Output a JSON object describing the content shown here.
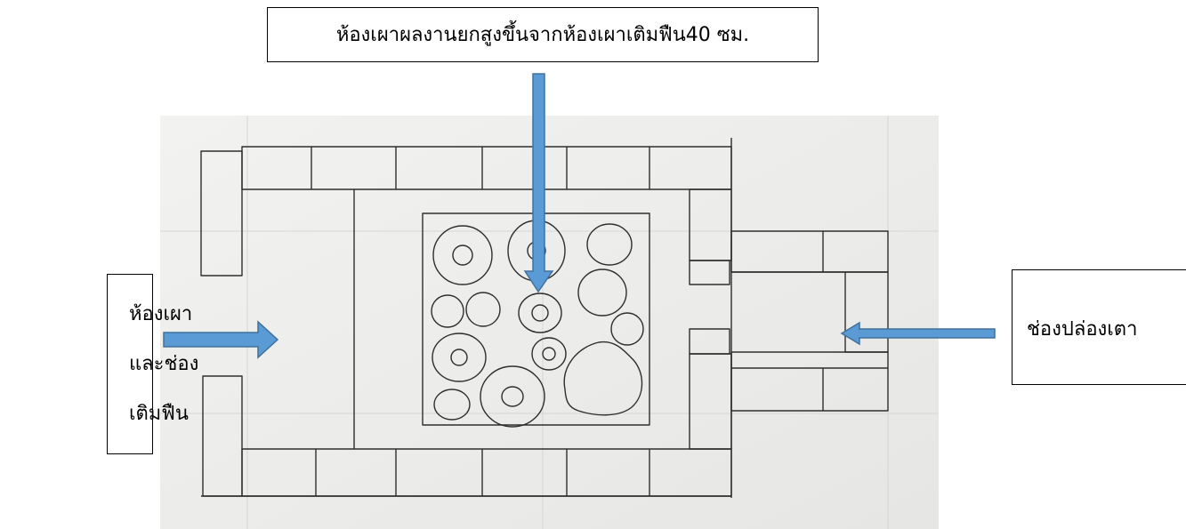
{
  "labels": {
    "top": "ห้องเผาผลงานยกสูงขึ้นจากห้องเผาเติมฟืน40  ซม.",
    "left_line1": "ห้องเผา",
    "left_line2": "และช่อง",
    "left_line3": "เติมฟืน",
    "right": "ช่องปล่องเตา"
  },
  "colors": {
    "arrow_fill": "#5b9bd5",
    "arrow_stroke": "#41719c",
    "paper": "#eeeeec",
    "pencil": "#2b2b2b"
  }
}
